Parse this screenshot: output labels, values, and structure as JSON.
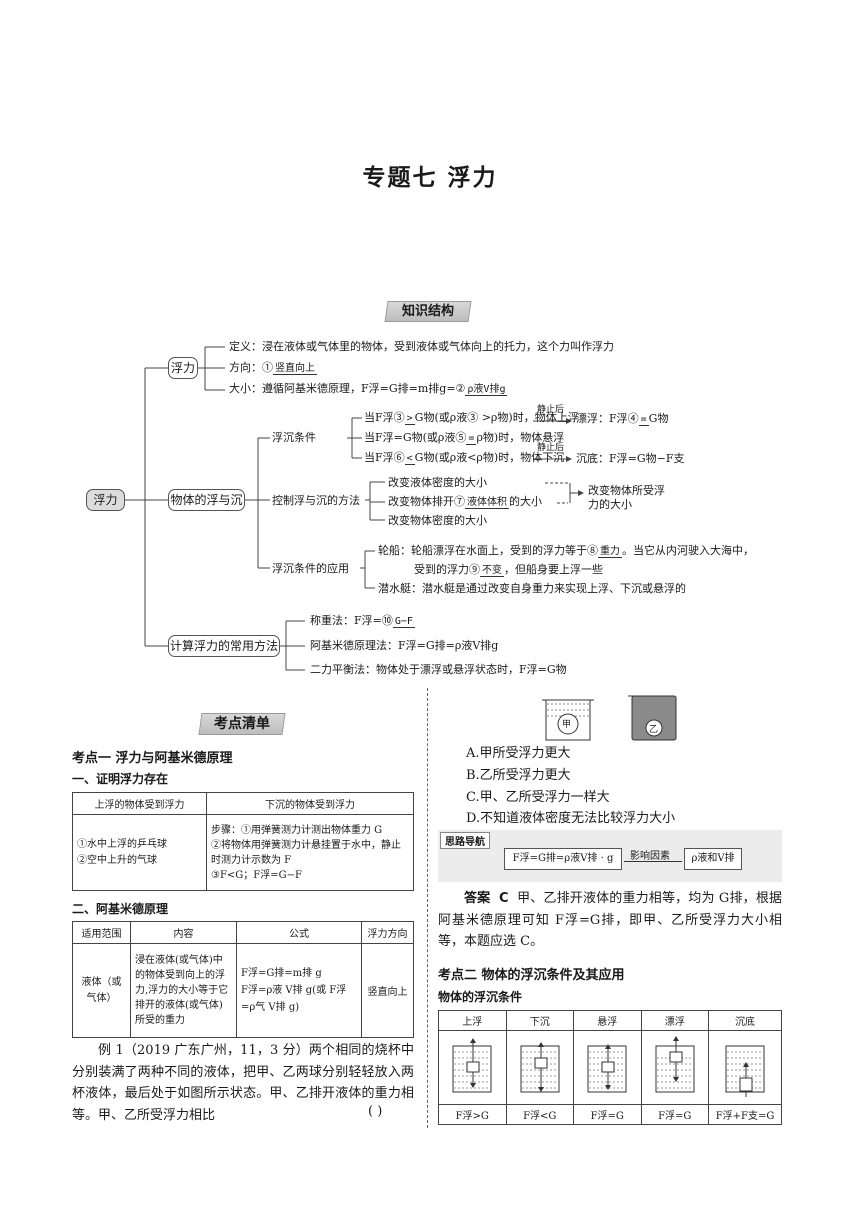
{
  "title": "专题七  浮力",
  "knowledge_banner": "知识结构",
  "mindmap": {
    "root": "浮力",
    "buoyancy": "浮力",
    "definition": "定义：浸在液体或气体里的物体，受到液体或气体向上的托力，这个力叫作浮力",
    "direction_label": "方向：①",
    "direction_fill": "竖直向上",
    "size_label": "大小：遵循阿基米德原理，F浮=G排=m排g=②",
    "size_fill": "ρ液V排g",
    "float_sink": "物体的浮与沉",
    "float_cond": "浮沉条件",
    "c1": "当F浮③",
    "c1_fill": ">",
    "c1_b": "G物(或ρ液③ >ρ物)时，物体上浮",
    "c1_arrow": "静止后",
    "c1_r": "漂浮：F浮④",
    "c1_r_fill": "=",
    "c1_r_b": "G物",
    "c2": "当F浮=G物(或ρ液⑤",
    "c2_fill": "=",
    "c2_b": "ρ物)时，物体悬浮",
    "c3": "当F浮⑥",
    "c3_fill": "<",
    "c3_b": "G物(或ρ液<ρ物)时，物体下沉",
    "c3_arrow": "静止后",
    "c3_r": "沉底：F浮=G物−F支",
    "control": "控制浮与沉的方法",
    "m1": "改变液体密度的大小",
    "m2": "改变物体排开⑦",
    "m2_fill": "液体体积",
    "m2_b": "的大小",
    "m3": "改变物体密度的大小",
    "m_note": "改变物体所受浮力的大小",
    "apply": "浮沉条件的应用",
    "ship": "轮船：轮船漂浮在水面上，受到的浮力等于⑧",
    "ship_fill": "重力",
    "ship_b": "。当它从内河驶入大海中，",
    "ship2": "受到的浮力⑨",
    "ship2_fill": "不变",
    "ship2_b": "，但船身要上浮一些",
    "sub": "潜水艇：潜水艇是通过改变自身重力来实现上浮、下沉或悬浮的",
    "calc": "计算浮力的常用方法",
    "w1": "称重法：F浮=⑩",
    "w1_fill": "G−F",
    "w2": "阿基米德原理法：F浮=G排=ρ液V排g",
    "w3": "二力平衡法：物体处于漂浮或悬浮状态时，F浮=G物"
  },
  "checklist_banner": "考点清单",
  "point1": "考点一   浮力与阿基米德原理",
  "sub1": "一、证明浮力存在",
  "t1": {
    "h1": "上浮的物体受到浮力",
    "h2": "下沉的物体受到浮力",
    "l1": "①水中上浮的乒乓球",
    "l2": "②空中上升的气球",
    "r1": "步骤：①用弹簧测力计测出物体重力 G",
    "r2": "②将物体用弹簧测力计悬挂置于水中，静止时测力计示数为 F",
    "r3": "③F<G；F浮=G−F"
  },
  "sub2": "二、阿基米德原理",
  "t2": {
    "h1": "适用范围",
    "h2": "内容",
    "h3": "公式",
    "h4": "浮力方向",
    "c1": "液体（或气体）",
    "c2": "浸在液体(或气体)中的物体受到向上的浮力,浮力的大小等于它排开的液体(或气体)所受的重力",
    "c3a": "F浮=G排=m排 g",
    "c3b": "F浮=ρ液 V排 g(或 F浮=ρ气 V排 g)",
    "c4": "竖直向上"
  },
  "example": "例 1（2019 广东广州，11，3 分）两个相同的烧杯中分别装满了两种不同的液体，把甲、乙两球分别轻轻放入两杯液体，最后处于如图所示状态。甲、乙排开液体的重力相等。甲、乙所受浮力相比",
  "paren": "(      )",
  "ball_a": "甲",
  "ball_b": "乙",
  "options": [
    "A.甲所受浮力更大",
    "B.乙所受浮力更大",
    "C.甲、乙所受浮力一样大",
    "D.不知道液体密度无法比较浮力大小"
  ],
  "guide_tag": "思路导航",
  "guide_f": "F浮=G排=ρ液V排 · g",
  "guide_arrow": "影响因素",
  "guide_r": "ρ液和V排",
  "answer_label": "答案",
  "answer_c": "C",
  "answer_text": "甲、乙排开液体的重力相等，均为 G排，根据阿基米德原理可知 F浮=G排，即甲、乙所受浮力大小相等，本题应选 C。",
  "point2": "考点二   物体的浮沉条件及其应用",
  "sub3": "物体的浮沉条件",
  "t3": {
    "headers": [
      "上浮",
      "下沉",
      "悬浮",
      "漂浮",
      "沉底"
    ],
    "cond": [
      "F浮>G",
      "F浮<G",
      "F浮=G",
      "F浮=G",
      "F浮+F支=G"
    ]
  }
}
